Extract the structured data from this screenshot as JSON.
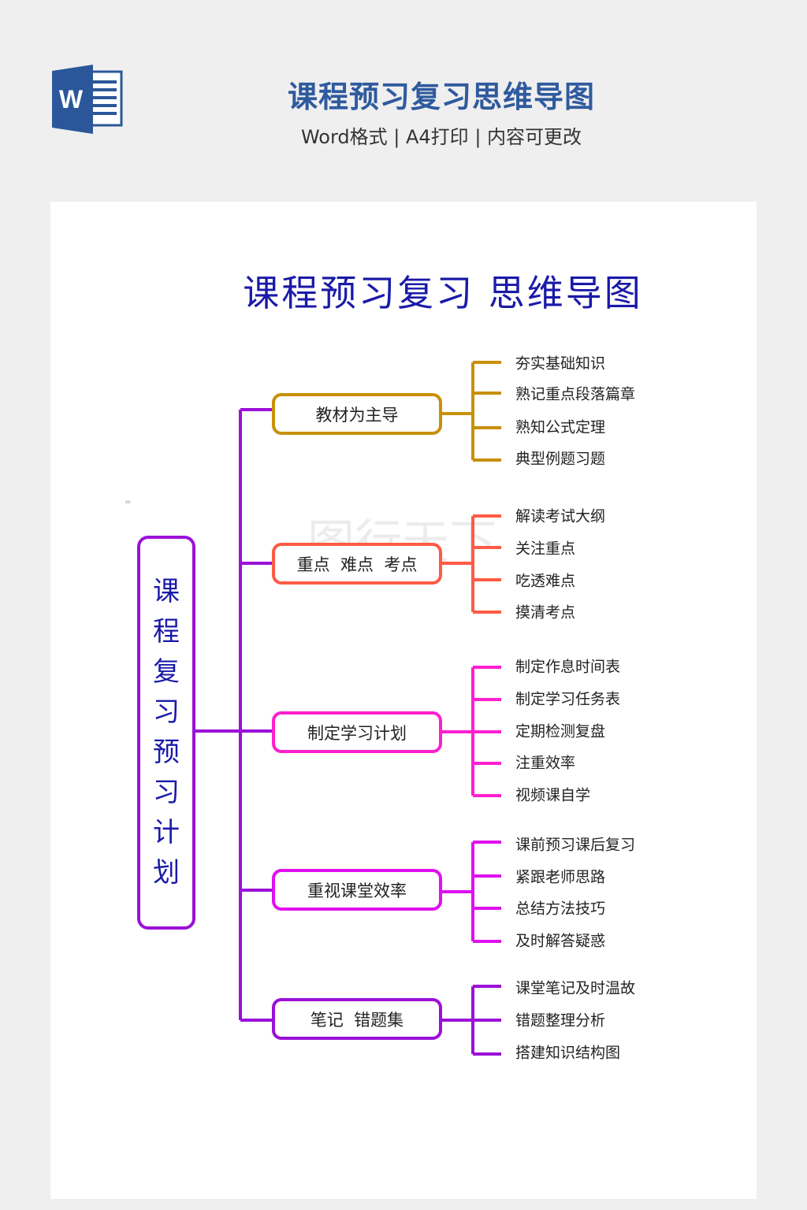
{
  "header": {
    "icon": "word-icon",
    "icon_letter": "W",
    "title": "课程预习复习思维导图",
    "subtitle": "Word格式 | A4打印 | 内容可更改"
  },
  "document": {
    "title": "课程预习复习  思维导图",
    "central": [
      "课",
      "程",
      "复",
      "习",
      "预",
      "习",
      "计",
      "划"
    ],
    "colors": {
      "trunk": "#9b10d8",
      "b1": "#c8900a",
      "b2": "#ff5a45",
      "b3": "#ff1fcf",
      "b4": "#e010f0",
      "b5": "#9b10d8"
    },
    "branches": [
      {
        "label": "教材为主导",
        "leaves": [
          "夯实基础知识",
          "熟记重点段落篇章",
          "熟知公式定理",
          "典型例题习题"
        ]
      },
      {
        "label": "重点  难点  考点",
        "leaves": [
          "解读考试大纲",
          "关注重点",
          "吃透难点",
          "摸清考点"
        ]
      },
      {
        "label": "制定学习计划",
        "leaves": [
          "制定作息时间表",
          "制定学习任务表",
          "定期检测复盘",
          "注重效率",
          "视频课自学"
        ]
      },
      {
        "label": "重视课堂效率",
        "leaves": [
          "课前预习课后复习",
          "紧跟老师思路",
          "总结方法技巧",
          "及时解答疑惑"
        ]
      },
      {
        "label": "笔记  错题集",
        "leaves": [
          "课堂笔记及时温故",
          "错题整理分析",
          "搭建知识结构图"
        ]
      }
    ],
    "watermark": "图行天下"
  }
}
